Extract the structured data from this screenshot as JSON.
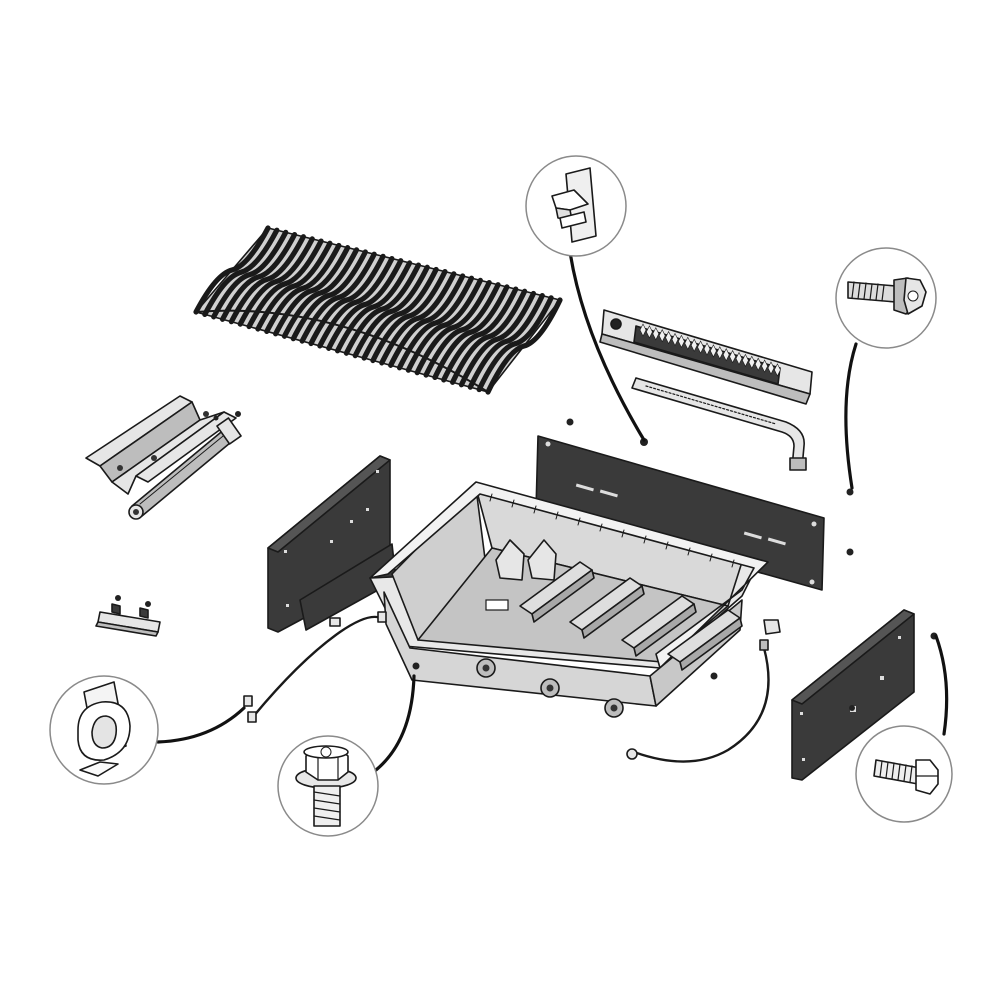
{
  "diagram": {
    "kind": "exploded-assembly",
    "colors": {
      "line": "#1a1a1a",
      "panel_dark": "#3a3a3a",
      "metal_light": "#e6e6e6",
      "metal_mid": "#bdbdbd",
      "callout_border": "#8a8a8a",
      "background": "#ffffff"
    },
    "parts": [
      {
        "id": "cooking-grid"
      },
      {
        "id": "heat-deflector"
      },
      {
        "id": "side-burner-tube"
      },
      {
        "id": "left-side-panel"
      },
      {
        "id": "small-bracket"
      },
      {
        "id": "rear-panel"
      },
      {
        "id": "rear-burner-shield"
      },
      {
        "id": "rear-burner-tube"
      },
      {
        "id": "firebox"
      },
      {
        "id": "burner-tubes"
      },
      {
        "id": "right-side-panel"
      },
      {
        "id": "igniter-wire-left"
      },
      {
        "id": "igniter-wire-right"
      }
    ],
    "callouts": [
      {
        "id": "clip-callout",
        "icon": "clip-icon"
      },
      {
        "id": "hex-screw-callout",
        "icon": "self-tapping-screw-icon"
      },
      {
        "id": "flange-bolt-callout",
        "icon": "flange-bolt-icon"
      },
      {
        "id": "hex-bolt-callout",
        "icon": "hex-bolt-icon"
      },
      {
        "id": "wire-clip-callout",
        "icon": "wire-clip-icon"
      }
    ]
  }
}
